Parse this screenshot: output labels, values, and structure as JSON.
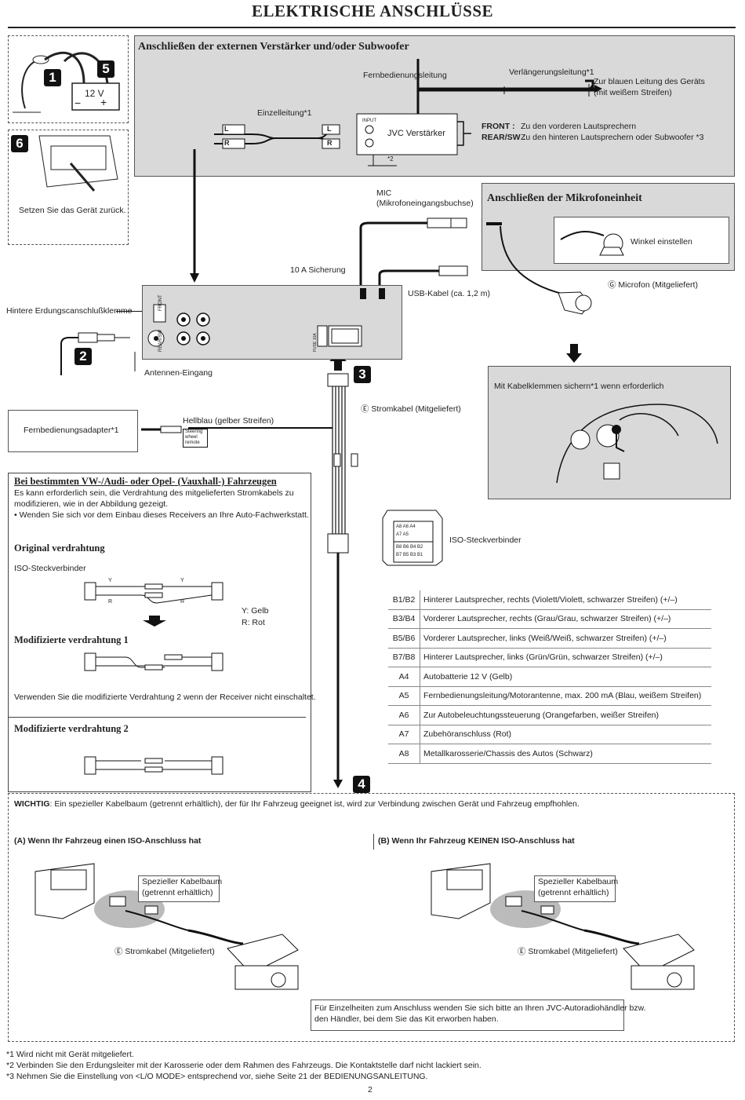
{
  "title": "ELEKTRISCHE ANSCHLÜSSE",
  "steps": {
    "s1": "1",
    "s2": "2",
    "s3": "3",
    "s4": "4",
    "s5": "5",
    "s6": "6"
  },
  "battery": {
    "voltage": "12 V",
    "minus": "−",
    "plus": "+"
  },
  "step6_text": "Setzen Sie das Gerät zurück.",
  "amp_section": {
    "heading": "Anschließen der externen Verstärker und/oder Subwoofer",
    "remote_lead": "Fernbedienungsleitung",
    "extension_lead": "Verlängerungsleitung*1",
    "blue_lead": "Zur blauen Leitung des Geräts",
    "blue_lead2": "(mit weißem Streifen)",
    "single_lead": "Einzelleitung*1",
    "amp_name": "JVC Verstärker",
    "input_label": "INPUT",
    "front_label": "FRONT :",
    "front_text": "Zu den vorderen Lautsprechern",
    "rear_label": "REAR/SW :",
    "rear_text": "Zu den hinteren Lautsprechern oder Subwoofer *3",
    "ground_note": "*2",
    "L": "L",
    "R": "R"
  },
  "mic_jack": {
    "line1": "MIC",
    "line2": "(Mikrofoneingangsbuchse)"
  },
  "mic_section": {
    "heading": "Anschließen der Mikrofoneinheit",
    "angle": "Winkel einstellen",
    "mic": "Ⓖ Microfon (Mitgeliefert)",
    "clamps": "Mit Kabelklemmen sichern*1 wenn erforderlich"
  },
  "unit": {
    "fuse": "10 A Sicherung",
    "usb": "USB-Kabel (ca. 1,2 m)",
    "rear_ground": "Hintere Erdungscanschlußklemme",
    "antenna": "Antennen-Eingang",
    "front_small": "FRONT",
    "rear_small": "REAR/SW",
    "fuse_small": "FUSE 10A"
  },
  "power_cord": "Ⓔ Stromkabel (Mitgeliefert)",
  "remote_adapter": "Fernbedienungsadapter*1",
  "light_blue": "Hellblau (gelber Streifen)",
  "steering": {
    "l1": "Steering",
    "l2": "wheel",
    "l3": "remote"
  },
  "vw_section": {
    "heading": "Bei bestimmten VW-/Audi- oder Opel- (Vauxhall-) Fahrzeugen",
    "p1": "Es kann erforderlich sein, die Verdrahtung des mitgelieferten Stromkabels zu",
    "p2": "modifizieren, wie in der Abbildung gezeigt.",
    "p3": "• Wenden Sie sich vor dem Einbau dieses Receivers an Ihre Auto-Fachwerkstatt.",
    "original": "Original verdrahtung",
    "iso": "ISO-Steckverbinder",
    "y_legend": "Y:  Gelb",
    "r_legend": "R:  Rot",
    "mod1": "Modifizierte verdrahtung 1",
    "note": "Verwenden Sie die modifizierte Verdrahtung 2 wenn der Receiver nicht einschaltet.",
    "mod2": "Modifizierte verdrahtung 2",
    "Y": "Y",
    "R": "R"
  },
  "iso_connector": {
    "label": "ISO-Steckverbinder",
    "row1": "A8 A6 A4",
    "row2": "A7 A5",
    "row3": "B8 B6 B4 B2",
    "row4": "B7 B5 B3 B1"
  },
  "pins": [
    {
      "code": "B1/B2",
      "desc": "Hinterer Lautsprecher, rechts (Violett/Violett, schwarzer Streifen) (+/–)"
    },
    {
      "code": "B3/B4",
      "desc": "Vorderer Lautsprecher, rechts (Grau/Grau, schwarzer Streifen) (+/–)"
    },
    {
      "code": "B5/B6",
      "desc": "Vorderer Lautsprecher, links (Weiß/Weiß, schwarzer Streifen) (+/–)"
    },
    {
      "code": "B7/B8",
      "desc": "Hinterer Lautsprecher, links (Grün/Grün, schwarzer Streifen)  (+/–)"
    },
    {
      "code": "A4",
      "desc": "Autobatterie 12 V (Gelb)"
    },
    {
      "code": "A5",
      "desc": "Fernbedienungsleitung/Motorantenne, max. 200 mA (Blau, weißem Streifen)"
    },
    {
      "code": "A6",
      "desc": "Zur Autobeleuchtungssteuerung (Orangefarben, weißer Streifen)"
    },
    {
      "code": "A7",
      "desc": "Zubehöranschluss (Rot)"
    },
    {
      "code": "A8",
      "desc": "Metallkarosserie/Chassis des Autos (Schwarz)"
    }
  ],
  "wichtig": {
    "bold": "WICHTIG",
    "text": ": Ein spezieller Kabelbaum (getrennt erhältlich), der für Ihr Fahrzeug geeignet ist, wird zur Verbindung zwischen Gerät und Fahrzeug empfhohlen."
  },
  "case_a": {
    "heading": "(A) Wenn Ihr Fahrzeug einen ISO-Anschluss hat",
    "harness1": "Spezieller Kabelbaum",
    "harness2": "(getrennt erhältlich)",
    "cord": "Ⓔ Stromkabel (Mitgeliefert)"
  },
  "case_b": {
    "heading": "(B) Wenn Ihr Fahrzeug KEINEN ISO-Anschluss hat",
    "harness1": "Spezieller Kabelbaum",
    "harness2": "(getrennt erhältlich)",
    "cord": "Ⓔ Stromkabel (Mitgeliefert)"
  },
  "dealer_note": {
    "l1": "Für Einzelheiten zum Anschluss wenden Sie sich bitte an Ihren JVC-Autoradiohändler bzw.",
    "l2": "den Händler, bei dem Sie das Kit erworben haben."
  },
  "footnotes": {
    "f1": "*1  Wird nicht mit Gerät mitgeliefert.",
    "f2": "*2  Verbinden Sie den Erdungsleiter mit der Karosserie oder dem Rahmen des Fahrzeugs. Die Kontaktstelle darf nicht lackiert sein.",
    "f3": "*3  Nehmen Sie die Einstellung von <L/O MODE> entsprechend vor, siehe Seite 21 der BEDIENUNGSANLEITUNG."
  },
  "page_number": "2"
}
